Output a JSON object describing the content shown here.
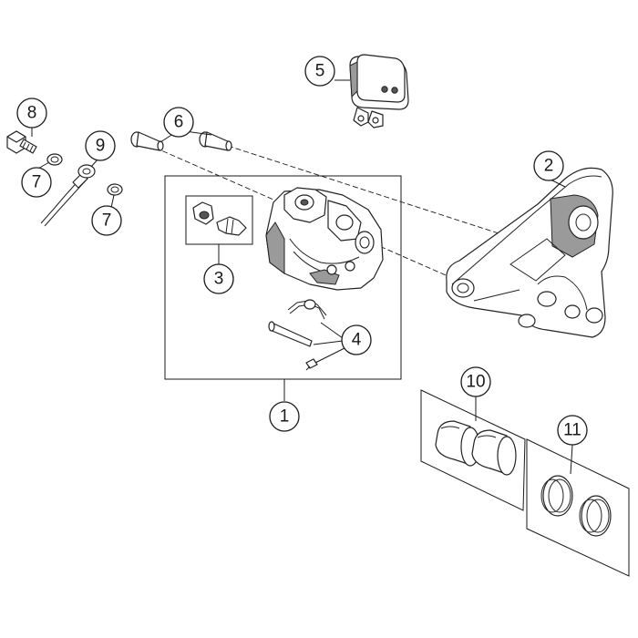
{
  "callouts": [
    {
      "id": "callout-1",
      "label": "1"
    },
    {
      "id": "callout-2",
      "label": "2"
    },
    {
      "id": "callout-3",
      "label": "3"
    },
    {
      "id": "callout-4",
      "label": "4"
    },
    {
      "id": "callout-5",
      "label": "5"
    },
    {
      "id": "callout-6",
      "label": "6"
    },
    {
      "id": "callout-7a",
      "label": "7"
    },
    {
      "id": "callout-7b",
      "label": "7"
    },
    {
      "id": "callout-8",
      "label": "8"
    },
    {
      "id": "callout-9",
      "label": "9"
    },
    {
      "id": "callout-10",
      "label": "10"
    },
    {
      "id": "callout-11",
      "label": "11"
    }
  ],
  "colors": {
    "line": "#1a1a1a",
    "shade": "#9a9a9a",
    "background": "#ffffff"
  }
}
